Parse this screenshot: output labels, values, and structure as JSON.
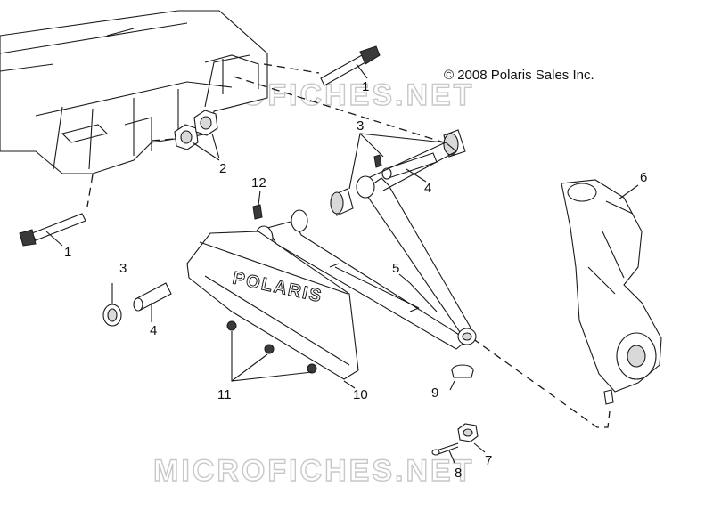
{
  "copyright": "© 2008 Polaris Sales Inc.",
  "watermark": "MICROFICHES.NET",
  "panel_brand": "POLARIS",
  "callouts": {
    "c1_top": "1",
    "c1_left": "1",
    "c2": "2",
    "c3_top": "3",
    "c3_left": "3",
    "c4_top": "4",
    "c4_left": "4",
    "c5": "5",
    "c6": "6",
    "c7": "7",
    "c8": "8",
    "c9": "9",
    "c10": "10",
    "c11": "11",
    "c12": "12"
  }
}
